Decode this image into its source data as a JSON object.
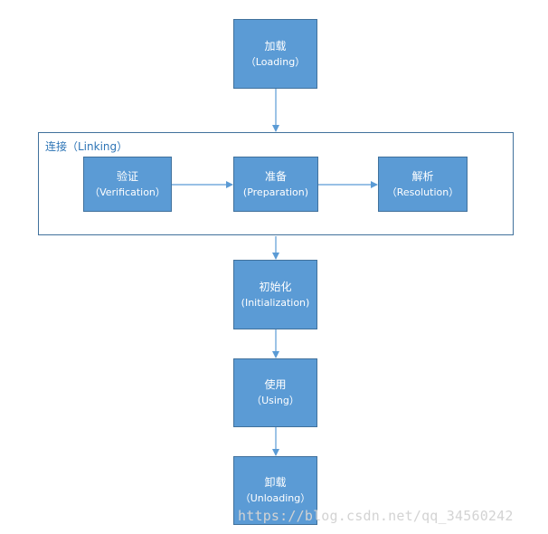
{
  "nodes": {
    "loading": {
      "title": "加载",
      "subtitle": "（Loading）"
    },
    "linking": {
      "label": "连接（Linking）"
    },
    "verification": {
      "title": "验证",
      "subtitle": "（Verification）"
    },
    "preparation": {
      "title": "准备",
      "subtitle": "(Preparation)"
    },
    "resolution": {
      "title": "解析",
      "subtitle": "（Resolution）"
    },
    "initialization": {
      "title": "初始化",
      "subtitle": "(Initialization)"
    },
    "using": {
      "title": "使用",
      "subtitle": "（Using）"
    },
    "unloading": {
      "title": "卸载",
      "subtitle": "（Unloading）"
    }
  },
  "colors": {
    "box_fill": "#5b9bd5",
    "box_border": "#41719c",
    "arrow": "#5b9bd5",
    "group_label": "#2e75b6"
  },
  "watermark": "https://blog.csdn.net/qq_34560242"
}
